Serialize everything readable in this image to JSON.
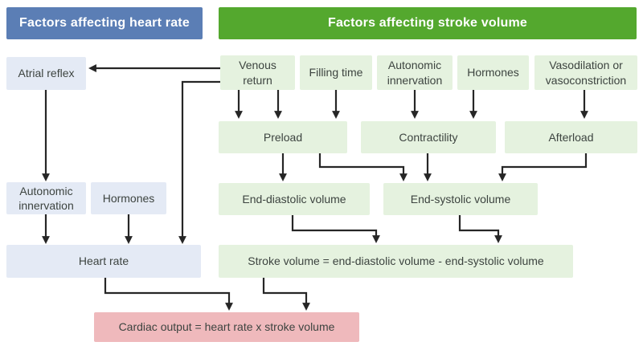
{
  "colors": {
    "header_blue": "#5b7eb5",
    "header_green": "#54a82e",
    "box_green": "#e5f2df",
    "box_blue": "#e4eaf5",
    "box_pink": "#efb9bc",
    "arrow": "#262626",
    "text_dark": "#3d4440",
    "header_text": "#ffffff"
  },
  "headers": {
    "heart_rate": "Factors affecting heart rate",
    "stroke_volume": "Factors affecting stroke volume"
  },
  "heart_rate_column": {
    "atrial_reflex": "Atrial reflex",
    "autonomic_innervation": "Autonomic innervation",
    "hormones": "Hormones",
    "heart_rate": "Heart rate"
  },
  "stroke_volume_column": {
    "venous_return": "Venous return",
    "filling_time": "Filling time",
    "autonomic_innervation": "Autonomic innervation",
    "hormones": "Hormones",
    "vasodilation": "Vasodilation or vasoconstriction",
    "preload": "Preload",
    "contractility": "Contractility",
    "afterload": "Afterload",
    "end_diastolic_volume": "End-diastolic volume",
    "end_systolic_volume": "End-systolic volume",
    "stroke_volume_equation": "Stroke volume = end-diastolic volume - end-systolic volume"
  },
  "output": {
    "cardiac_output_equation": "Cardiac output = heart rate x stroke volume"
  }
}
